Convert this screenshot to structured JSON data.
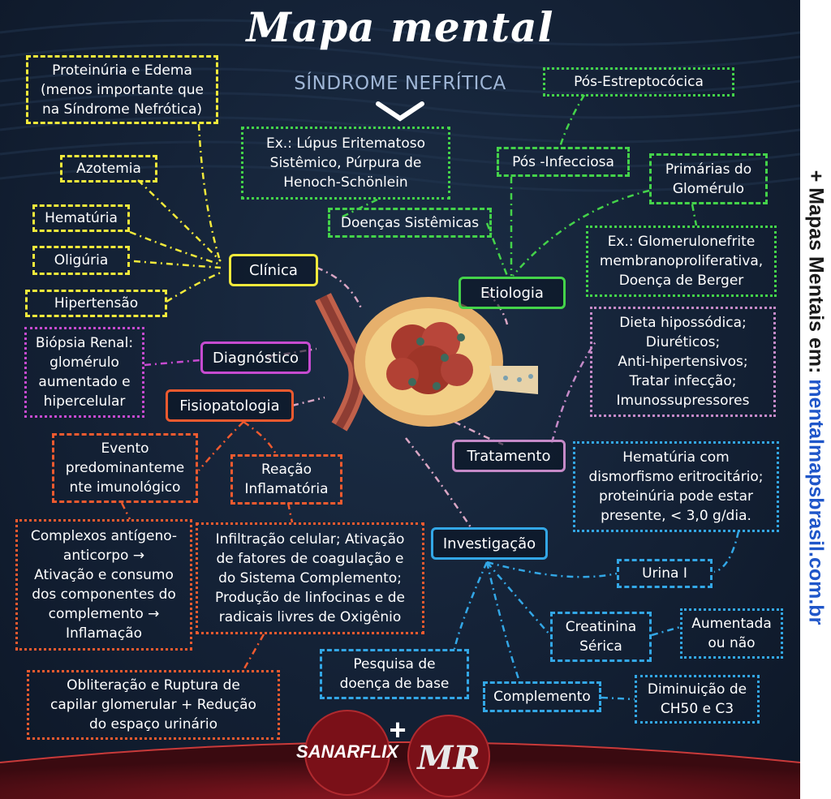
{
  "title": "Mapa mental",
  "subtitle": "SÍNDROME NEFRÍTICA",
  "sidebar": {
    "prefix": "+ Mapas Mentais em: ",
    "url": "mentalmapsbrasil.com.br"
  },
  "logos": {
    "left": "SANARFLIX",
    "right": "MR"
  },
  "hubs": {
    "clinica": "Clínica",
    "diagnostico": "Diagnóstico",
    "fisiopatologia": "Fisiopatologia",
    "etiologia": "Etiologia",
    "tratamento": "Tratamento",
    "investigacao": "Investigação"
  },
  "clinica_items": {
    "proteinuria": [
      "Proteinúria e Edema",
      "(menos importante que",
      "na Síndrome Nefrótica)"
    ],
    "azotemia": "Azotemia",
    "hematuria": "Hematúria",
    "oliguria": "Oligúria",
    "hipertensao": "Hipertensão"
  },
  "diagnostico_items": {
    "biopsia": [
      "Biópsia Renal:",
      "glomérulo",
      "aumentado e",
      "hipercelular"
    ]
  },
  "fisiopatologia_items": {
    "evento": [
      "Evento",
      "predominanteme",
      "nte imunológico"
    ],
    "reacao": [
      "Reação",
      "Inflamatória"
    ],
    "complexos": [
      "Complexos antígeno-",
      "anticorpo →",
      "Ativação e consumo",
      "dos componentes do",
      "complemento →",
      "Inflamação"
    ],
    "infiltracao": [
      "Infiltração celular; Ativação",
      "de fatores de coagulação e",
      "do Sistema Complemento;",
      "Produção de linfocinas e de",
      "radicais livres de Oxigênio"
    ],
    "obliteracao": [
      "Obliteração e Ruptura de",
      "capilar glomerular + Redução",
      "do espaço urinário"
    ]
  },
  "etiologia_items": {
    "pos_estreptococica": "Pós-Estreptocócica",
    "pos_infecciosa": "Pós -Infecciosa",
    "primarias": [
      "Primárias do",
      "Glomérulo"
    ],
    "ex_glomerulonefrite": [
      "Ex.: Glomerulonefrite",
      "membranoproliferativa,",
      "Doença de Berger"
    ],
    "doencas_sistemicas": "Doenças Sistêmicas",
    "ex_lupus": [
      "Ex.: Lúpus Eritematoso",
      "Sistêmico, Púrpura de",
      "Henoch-Schönlein"
    ]
  },
  "tratamento_items": {
    "lista": [
      "Dieta hipossódica;",
      "Diuréticos;",
      "Anti-hipertensivos;",
      "Tratar infecção;",
      "Imunossupressores"
    ]
  },
  "investigacao_items": {
    "hematuria_dismorfismo": [
      "Hematúria com",
      "dismorfismo eritrocitário;",
      "proteinúria pode estar",
      "presente, < 3,0 g/dia."
    ],
    "urina": "Urina I",
    "creatinina": [
      "Creatinina",
      "Sérica"
    ],
    "aumentada": [
      "Aumentada",
      "ou não"
    ],
    "pesquisa": [
      "Pesquisa de",
      "doença de base"
    ],
    "complemento": "Complemento",
    "diminuicao": [
      "Diminuição de",
      "CH50 e C3"
    ]
  },
  "colors": {
    "clinica": "#f2e93b",
    "diagnostico": "#c64bd0",
    "fisiopatologia": "#ef5a2f",
    "etiologia": "#44d34a",
    "tratamento": "#c58ac8",
    "investigacao": "#33a7e6",
    "background": "#152338",
    "sidebar_url": "#1f56c9"
  }
}
